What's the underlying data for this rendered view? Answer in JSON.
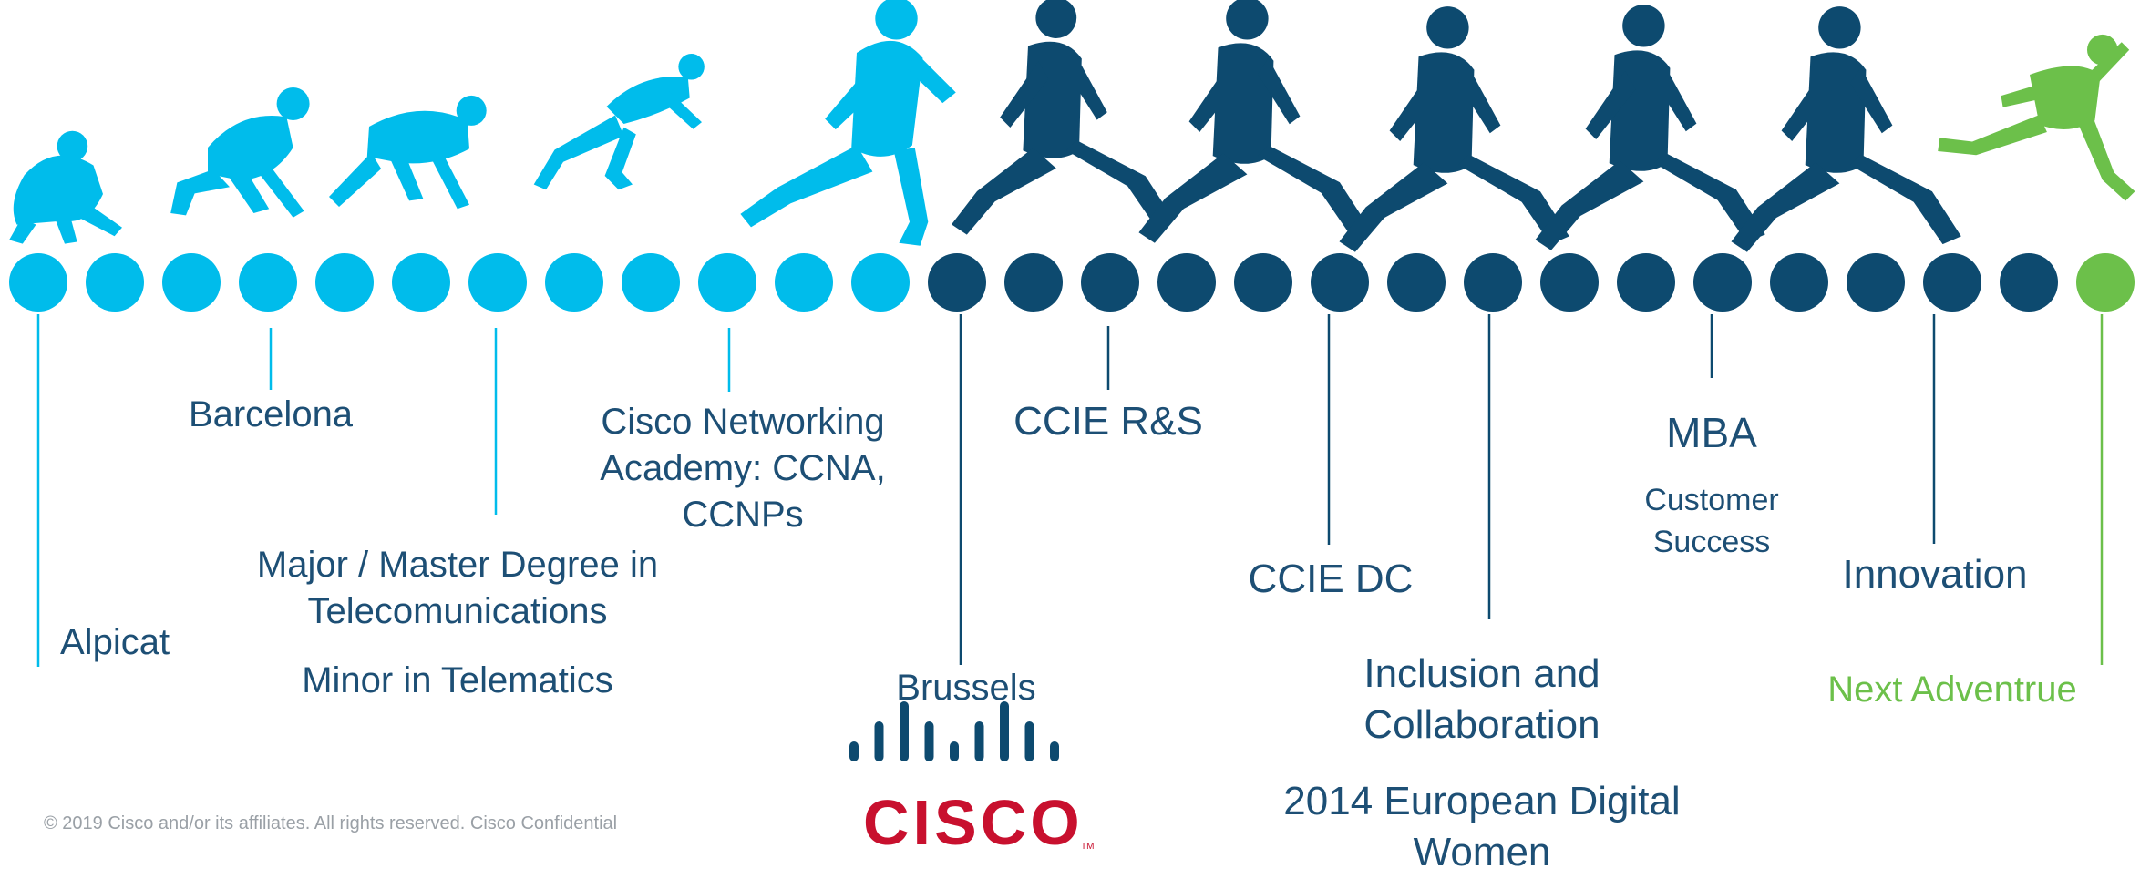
{
  "colors": {
    "light_blue": "#00bceb",
    "dark_blue": "#0d4a6f",
    "green": "#6cc04a",
    "label_dark": "#1d4f75",
    "cisco_red": "#c8102e"
  },
  "timeline": {
    "dot_count": 28,
    "light_dot_count": 12,
    "dark_dot_count": 15,
    "green_dot_count": 1
  },
  "milestones": {
    "alpicat": "Alpicat",
    "barcelona": "Barcelona",
    "degree_line1": "Major / Master Degree in",
    "degree_line2": "Telecomunications",
    "minor": "Minor in Telematics",
    "academy_line1": "Cisco Networking",
    "academy_line2": "Academy: CCNA,",
    "academy_line3": "CCNPs",
    "brussels": "Brussels",
    "ccie_rs": "CCIE R&S",
    "ccie_dc": "CCIE DC",
    "inclusion_line1": "Inclusion and",
    "inclusion_line2": "Collaboration",
    "edw_line1": "2014 European Digital",
    "edw_line2": "Women",
    "mba": "MBA",
    "cs_line1": "Customer",
    "cs_line2": "Success",
    "innovation": "Innovation",
    "next": "Next Adventrue"
  },
  "footer": {
    "copyright": "© 2019  Cisco and/or its affiliates. All rights reserved.   Cisco Confidential"
  },
  "logo": {
    "wordmark": "CISCO",
    "tm": "TM"
  },
  "runners": [
    {
      "name": "crouching-figure",
      "color": "light"
    },
    {
      "name": "kneeling-figure",
      "color": "light"
    },
    {
      "name": "set-position-figure",
      "color": "light"
    },
    {
      "name": "rising-figure",
      "color": "light"
    },
    {
      "name": "sprinting-figure",
      "color": "light"
    },
    {
      "name": "runner-figure",
      "color": "dark"
    },
    {
      "name": "runner-figure",
      "color": "dark"
    },
    {
      "name": "runner-figure",
      "color": "dark"
    },
    {
      "name": "runner-figure",
      "color": "dark"
    },
    {
      "name": "runner-figure",
      "color": "dark"
    },
    {
      "name": "leaping-figure",
      "color": "green"
    }
  ]
}
